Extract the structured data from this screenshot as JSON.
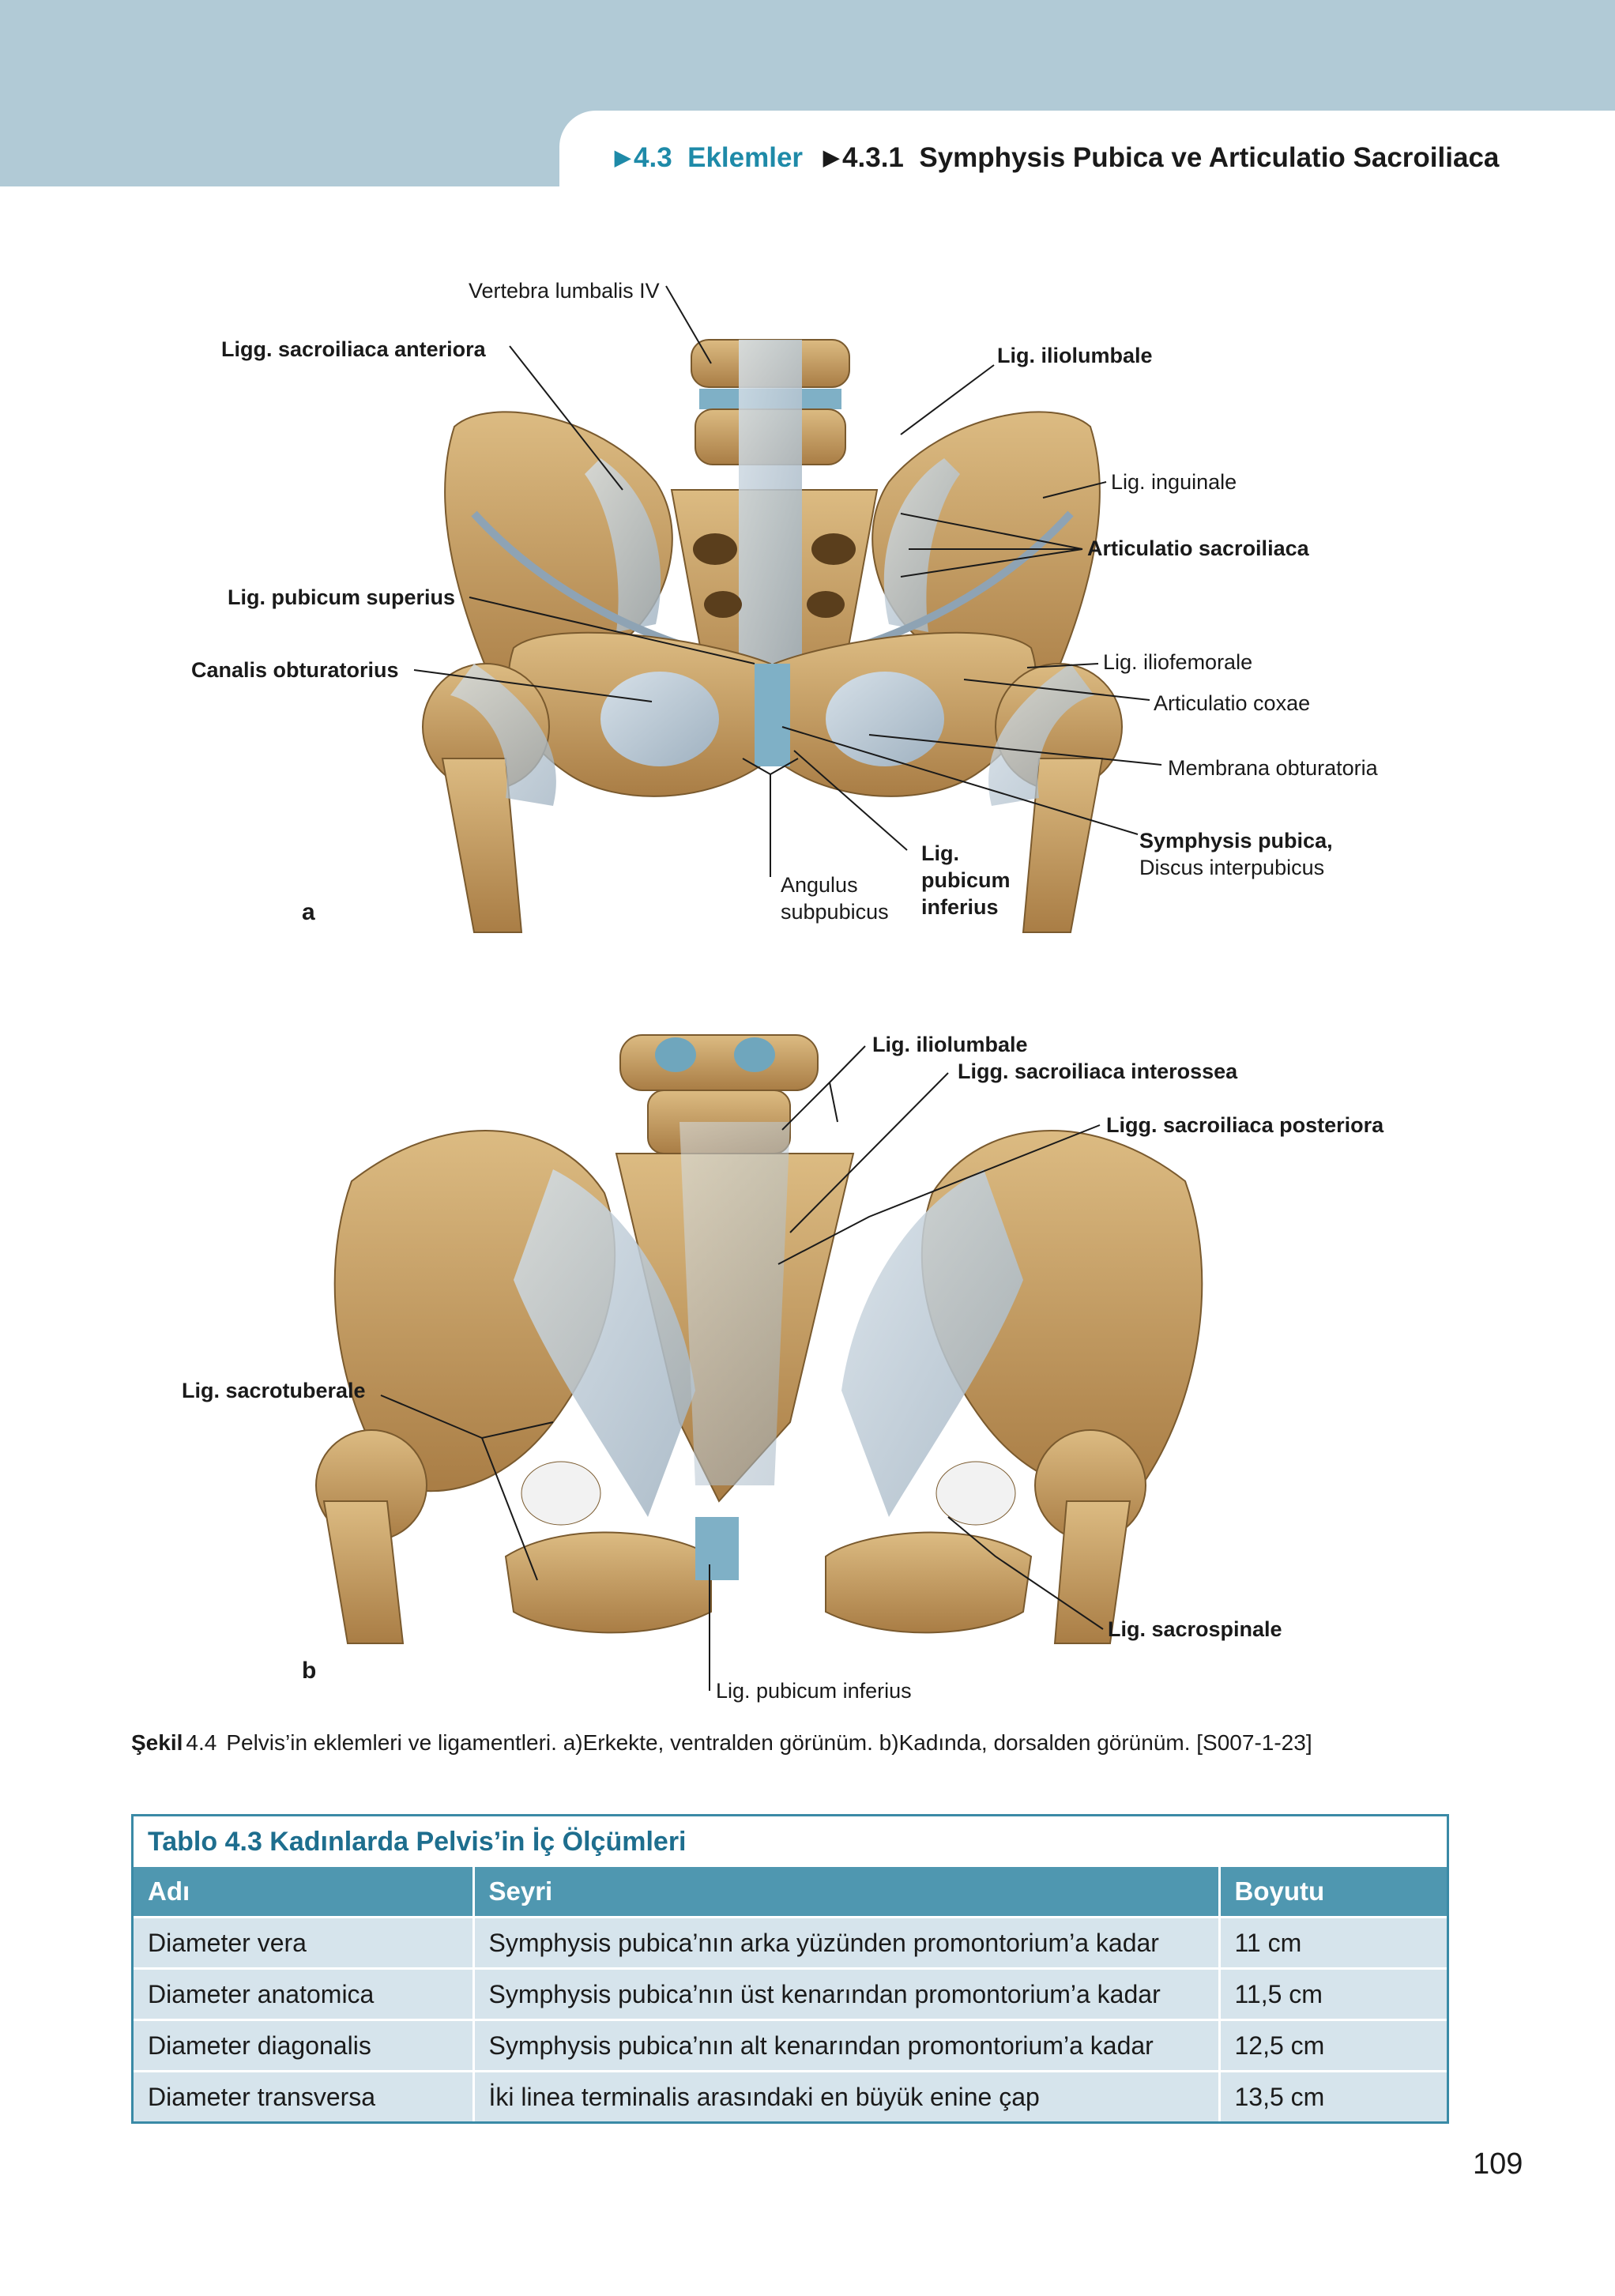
{
  "header": {
    "section_number": "4.3",
    "section_title": "Eklemler",
    "subsection_number": "4.3.1",
    "subsection_title": "Symphysis Pubica ve Articulatio Sacroiliaca"
  },
  "figure": {
    "panel_a": {
      "letter": "a",
      "labels": {
        "vertebra_lumbalis": "Vertebra lumbalis IV",
        "ligg_sacroiliaca_anteriora": "Ligg. sacroiliaca anteriora",
        "lig_iliolumbale": "Lig. iliolumbale",
        "lig_inguinale": "Lig. inguinale",
        "articulatio_sacroiliaca": "Articulatio sacroiliaca",
        "lig_pubicum_superius": "Lig. pubicum superius",
        "canalis_obturatorius": "Canalis obturatorius",
        "lig_iliofemorale": "Lig. iliofemorale",
        "articulatio_coxae": "Articulatio coxae",
        "membrana_obturatoria": "Membrana obturatoria",
        "symphysis_pubica": "Symphysis pubica,",
        "discus_interpubicus": "Discus interpubicus",
        "angulus_1": "Angulus",
        "angulus_2": "subpubicus",
        "lig_pubicum_inferius_1": "Lig.",
        "lig_pubicum_inferius_2": "pubicum",
        "lig_pubicum_inferius_3": "inferius"
      }
    },
    "panel_b": {
      "letter": "b",
      "labels": {
        "lig_iliolumbale": "Lig. iliolumbale",
        "ligg_sacroiliaca_interossea": "Ligg. sacroiliaca interossea",
        "ligg_sacroiliaca_posteriora": "Ligg. sacroiliaca posteriora",
        "lig_sacrotuberale": "Lig. sacrotuberale",
        "lig_sacrospinale": "Lig. sacrospinale",
        "lig_pubicum_inferius": "Lig. pubicum inferius"
      }
    }
  },
  "caption": {
    "label": "Şekil",
    "number": "4.4",
    "text": "Pelvis’in eklemleri ve ligamentleri. a)Erkekte, ventralden görünüm. b)Kadında, dorsalden görünüm. [S007-1-23]"
  },
  "table": {
    "title": "Tablo 4.3  Kadınlarda Pelvis’in İç Ölçümleri",
    "headers": [
      "Adı",
      "Seyri",
      "Boyutu"
    ],
    "rows": [
      [
        "Diameter vera",
        "Symphysis pubica’nın arka yüzünden promontorium’a kadar",
        "11 cm"
      ],
      [
        "Diameter anatomica",
        "Symphysis pubica’nın üst kenarından promontorium’a kadar",
        "11,5 cm"
      ],
      [
        "Diameter diagonalis",
        "Symphysis pubica’nın alt kenarından promontorium’a kadar",
        "12,5 cm"
      ],
      [
        "Diameter transversa",
        "İki linea terminalis arasındaki en büyük enine çap",
        "13,5 cm"
      ]
    ]
  },
  "page_number": "109",
  "colors": {
    "header_band": "#b1cad6",
    "accent": "#1e8aa8",
    "table_header": "#4f97b0",
    "table_row": "#d6e4ec",
    "bone": "#c9a36a",
    "ligament": "#b9c8d4"
  }
}
